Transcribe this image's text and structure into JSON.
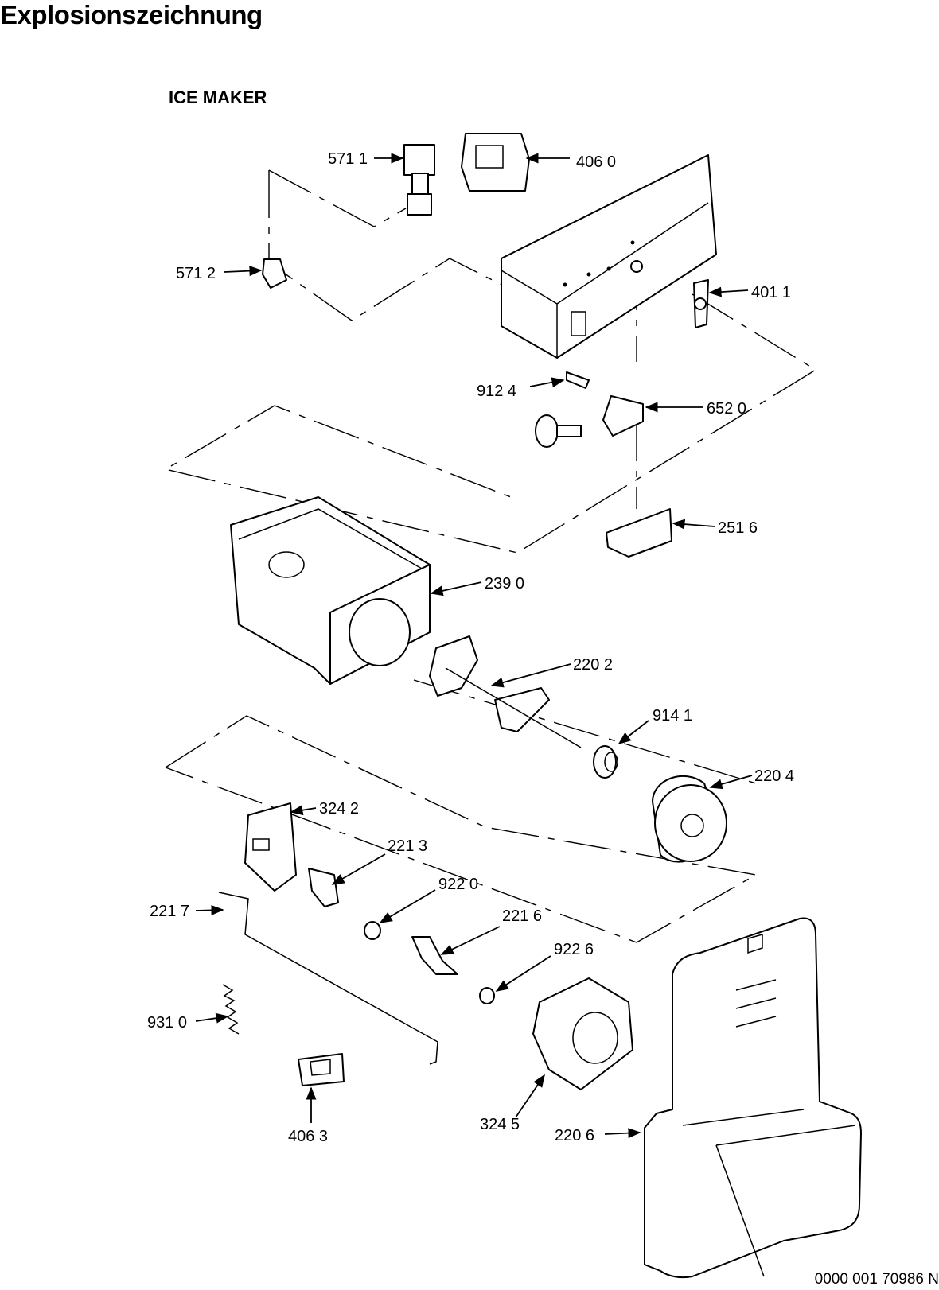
{
  "page_title": "Explosionszeichnung",
  "section_title": "ICE MAKER",
  "document_id": "0000 001 70986 N",
  "callouts": [
    {
      "id": "5711",
      "label": "571 1"
    },
    {
      "id": "4060",
      "label": "406 0"
    },
    {
      "id": "5712",
      "label": "571 2"
    },
    {
      "id": "4011",
      "label": "401 1"
    },
    {
      "id": "9124",
      "label": "912 4"
    },
    {
      "id": "6520",
      "label": "652 0"
    },
    {
      "id": "2516",
      "label": "251 6"
    },
    {
      "id": "2390",
      "label": "239 0"
    },
    {
      "id": "2202",
      "label": "220 2"
    },
    {
      "id": "9141",
      "label": "914 1"
    },
    {
      "id": "2204",
      "label": "220 4"
    },
    {
      "id": "3242",
      "label": "324 2"
    },
    {
      "id": "2213",
      "label": "221 3"
    },
    {
      "id": "9220",
      "label": "922 0"
    },
    {
      "id": "2217",
      "label": "221 7"
    },
    {
      "id": "2216",
      "label": "221 6"
    },
    {
      "id": "9226",
      "label": "922 6"
    },
    {
      "id": "9310",
      "label": "931 0"
    },
    {
      "id": "4063",
      "label": "406 3"
    },
    {
      "id": "3245",
      "label": "324 5"
    },
    {
      "id": "2206",
      "label": "220 6"
    }
  ]
}
